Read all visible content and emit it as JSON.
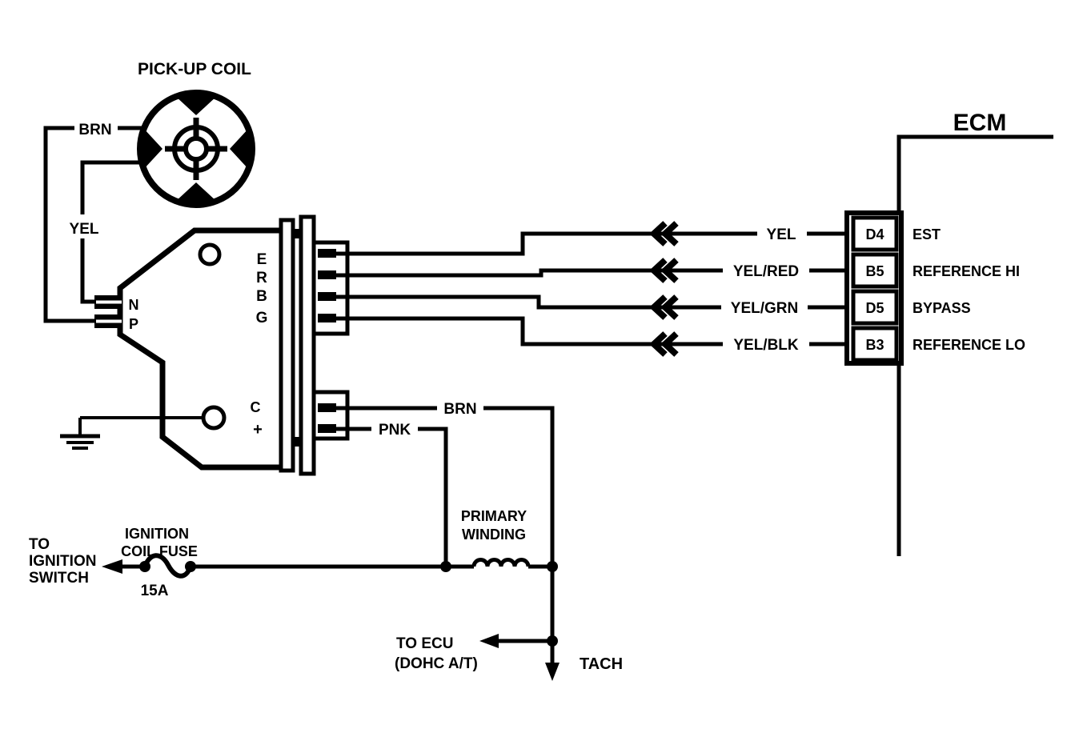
{
  "pickup_coil": {
    "label": "PICK-UP COIL"
  },
  "wires": {
    "brn_pickup": "BRN",
    "yel_pickup": "YEL",
    "yel": "YEL",
    "yel_red": "YEL/RED",
    "yel_grn": "YEL/GRN",
    "yel_blk": "YEL/BLK",
    "brn_primary": "BRN",
    "pnk": "PNK"
  },
  "module": {
    "pin_e": "E",
    "pin_r": "R",
    "pin_b": "B",
    "pin_g": "G",
    "terminal_n": "N",
    "terminal_p": "P",
    "coil_c": "C",
    "coil_plus": "+"
  },
  "ecm": {
    "title": "ECM",
    "pins": [
      {
        "id": "D4",
        "name": "EST"
      },
      {
        "id": "B5",
        "name": "REFERENCE HI"
      },
      {
        "id": "D5",
        "name": "BYPASS"
      },
      {
        "id": "B3",
        "name": "REFERENCE LO"
      }
    ]
  },
  "fuse": {
    "name_line1": "IGNITION",
    "name_line2": "COIL FUSE",
    "rating": "15A"
  },
  "ignition_switch": {
    "line1": "TO",
    "line2": "IGNITION",
    "line3": "SWITCH"
  },
  "primary_winding": {
    "line1": "PRIMARY",
    "line2": "WINDING"
  },
  "ecu": {
    "line1": "TO ECU",
    "line2": "(DOHC A/T)"
  },
  "tach": {
    "label": "TACH"
  },
  "colors": {
    "ink": "#000000",
    "paper": "#ffffff"
  }
}
